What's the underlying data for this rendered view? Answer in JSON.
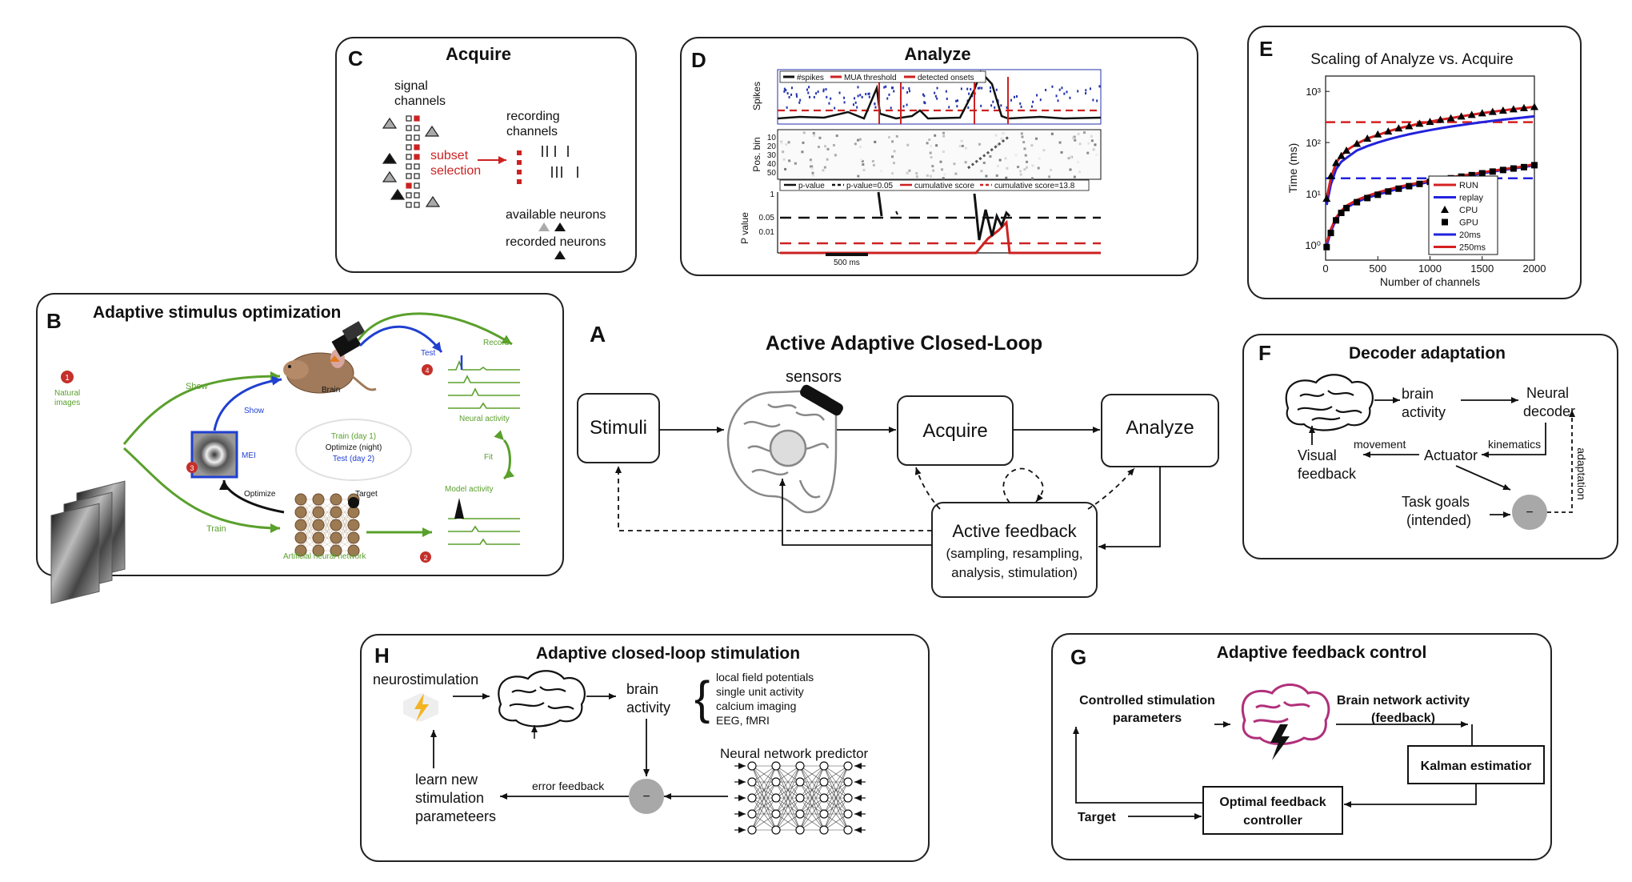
{
  "panels": {
    "c": {
      "letter": "C",
      "title": "Acquire",
      "signal_channels_1": "signal",
      "signal_channels_2": "channels",
      "recording_channels_1": "recording",
      "recording_channels_2": "channels",
      "subset_1": "subset",
      "subset_2": "selection",
      "available": "available neurons",
      "recorded": "recorded neurons",
      "color": "#cc2222"
    },
    "d": {
      "letter": "D",
      "title": "Analyze",
      "ylabel_spikes": "Spikes",
      "ylabel_pos": "Pos. bin",
      "ylabel_p": "P value",
      "legend_top": [
        "#spikes",
        "MUA threshold",
        "detected onsets"
      ],
      "legend_mid": [
        "p-value",
        "p-value=0.05",
        "cumulative score",
        "cumulative score=13.8"
      ],
      "pos_ticks": [
        "10",
        "20",
        "30",
        "40",
        "50"
      ],
      "p_ticks": [
        "1",
        "0.05",
        "0.01"
      ],
      "scalebar": "500 ms"
    },
    "e": {
      "letter": "E"
    },
    "b": {
      "letter": "B",
      "title": "Adaptive stimulus optimization",
      "natural_1": "Natural",
      "natural_2": "images",
      "show_top": "Show",
      "show_mid": "Show",
      "mei": "MEI",
      "optimize": "Optimize",
      "train": "Train",
      "brain": "Brain",
      "test": "Test",
      "record": "Record",
      "neural_activity": "Neural activity",
      "fit": "Fit",
      "model_activity": "Model activity",
      "target": "Target",
      "ann": "Artificial neural network",
      "day1": "Train (day 1)",
      "night": "Optimize (night)",
      "day2": "Test (day 2)",
      "n1": "1",
      "n2": "2",
      "n3": "3",
      "n4": "4",
      "green": "#5aa02c",
      "blue": "#2040d0"
    },
    "a": {
      "letter": "A",
      "title": "Active Adaptive Closed-Loop",
      "sensors": "sensors",
      "stimuli": "Stimuli",
      "acquire": "Acquire",
      "analyze": "Analyze",
      "feedback_title": "Active feedback",
      "feedback_1": "(sampling, resampling,",
      "feedback_2": "analysis, stimulation)"
    },
    "f": {
      "letter": "F",
      "title": "Decoder adaptation",
      "brain_1": "brain",
      "brain_2": "activity",
      "neural_1": "Neural",
      "neural_2": "decoder",
      "movement": "movement",
      "kinematics": "kinematics",
      "actuator": "Actuator",
      "visual_1": "Visual",
      "visual_2": "feedback",
      "task_1": "Task goals",
      "task_2": "(intended)",
      "adaptation": "adaptation",
      "minus": "−"
    },
    "h": {
      "letter": "H",
      "title": "Adaptive closed-loop stimulation",
      "neurostim": "neurostimulation",
      "brain_1": "brain",
      "brain_2": "activity",
      "list": [
        "local field potentials",
        "single unit activity",
        "calcium imaging",
        "EEG, fMRI"
      ],
      "predictor": "Neural network predictor",
      "learn_1": "learn new",
      "learn_2": "stimulation",
      "learn_3": "parameteers",
      "error": "error feedback",
      "minus": "−"
    },
    "g": {
      "letter": "G",
      "title": "Adaptive feedback control",
      "csp_1": "Controlled stimulation",
      "csp_2": "parameters",
      "bna_1": "Brain network activity",
      "bna_2": "(feedback)",
      "kalman": "Kalman estimatior",
      "ofc_1": "Optimal feedback",
      "ofc_2": "controller",
      "target": "Target",
      "brain_color": "#b0307a"
    }
  },
  "chart_data": {
    "type": "line",
    "title": "Scaling of Analyze vs. Acquire",
    "xlabel": "Number of channels",
    "ylabel": "Time (ms)",
    "xlim": [
      0,
      2000
    ],
    "ylim": [
      0.5,
      2000
    ],
    "yscale": "log",
    "xticks": [
      "0",
      "500",
      "1000",
      "1500",
      "2000"
    ],
    "yticks": [
      "10⁰",
      "10¹",
      "10²",
      "10³"
    ],
    "legend_position": "bottom-right",
    "x": [
      10,
      50,
      100,
      150,
      200,
      300,
      400,
      500,
      600,
      700,
      800,
      900,
      1000,
      1100,
      1200,
      1300,
      1400,
      1500,
      1600,
      1700,
      1800,
      1900,
      2000
    ],
    "series": [
      {
        "name": "RUN",
        "color": "#d42020",
        "marker": "line",
        "values": [
          8,
          20,
          40,
          55,
          70,
          95,
          120,
          140,
          165,
          190,
          210,
          235,
          255,
          280,
          300,
          325,
          350,
          375,
          400,
          425,
          450,
          475,
          500
        ]
      },
      {
        "name": "replay",
        "color": "#2222dd",
        "marker": "line",
        "values": [
          6,
          15,
          30,
          42,
          50,
          70,
          85,
          100,
          115,
          130,
          145,
          160,
          175,
          190,
          205,
          220,
          235,
          250,
          265,
          280,
          295,
          310,
          325
        ]
      },
      {
        "name": "CPU",
        "color": "#000000",
        "marker": "triangle",
        "values": [
          8,
          22,
          40,
          55,
          70,
          95,
          120,
          145,
          165,
          190,
          210,
          235,
          255,
          280,
          300,
          325,
          350,
          375,
          400,
          425,
          450,
          475,
          500
        ]
      },
      {
        "name": "GPU",
        "color": "#000000",
        "marker": "square",
        "values": [
          0.9,
          1.7,
          3,
          4.2,
          5.2,
          6.8,
          8.2,
          9.5,
          11,
          12.5,
          14,
          15.5,
          17,
          18.5,
          20,
          21.5,
          23,
          25,
          27,
          29,
          31,
          33,
          36
        ]
      },
      {
        "name": "20ms",
        "color": "#2222dd",
        "marker": "hline",
        "values": [
          20,
          20,
          20,
          20,
          20,
          20,
          20,
          20,
          20,
          20,
          20,
          20,
          20,
          20,
          20,
          20,
          20,
          20,
          20,
          20,
          20,
          20,
          20
        ]
      },
      {
        "name": "250ms",
        "color": "#d42020",
        "marker": "hline",
        "values": [
          250,
          250,
          250,
          250,
          250,
          250,
          250,
          250,
          250,
          250,
          250,
          250,
          250,
          250,
          250,
          250,
          250,
          250,
          250,
          250,
          250,
          250,
          250
        ]
      }
    ],
    "run_small": [
      1.1,
      2,
      3.4,
      4.6,
      5.8,
      7.5,
      9,
      10.5,
      12,
      13.5,
      15,
      16.5,
      18,
      19.5,
      21,
      22.5,
      24,
      26,
      28,
      30,
      32,
      34,
      38
    ],
    "replay_small": [
      0.95,
      1.8,
      3.1,
      4.3,
      5.3,
      6.9,
      8.3,
      9.6,
      11,
      12.5,
      14,
      15.5,
      17,
      18.5,
      20,
      21.5,
      23,
      25,
      27,
      29,
      31,
      33,
      36
    ]
  }
}
